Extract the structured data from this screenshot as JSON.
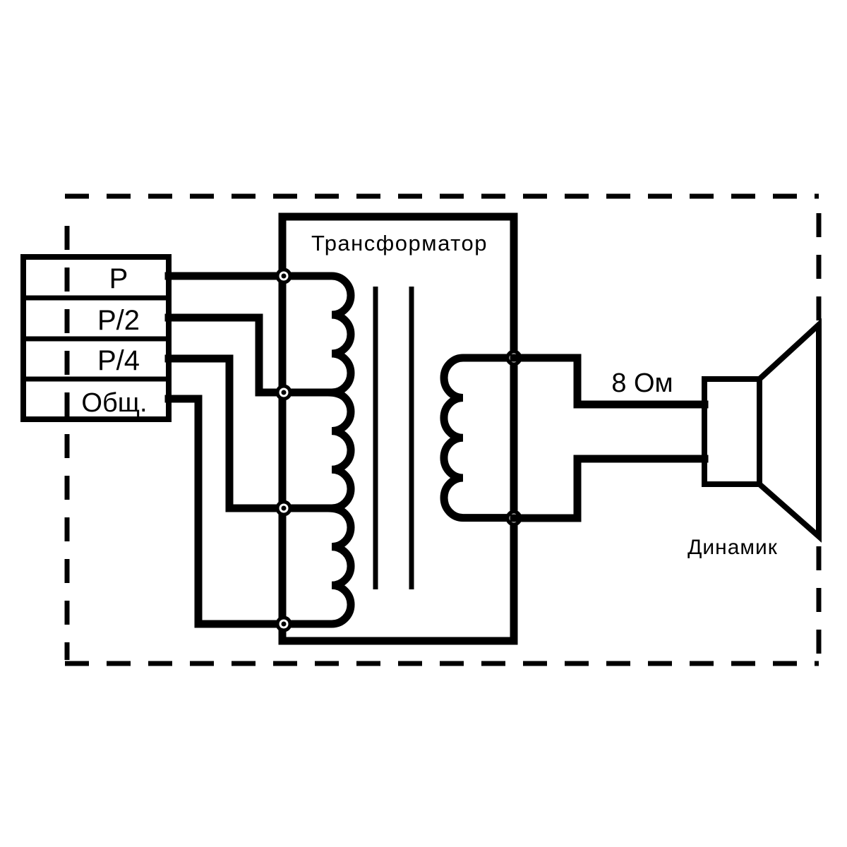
{
  "terminal_block": {
    "terminals": [
      {
        "label": "P"
      },
      {
        "label": "P/2"
      },
      {
        "label": "P/4"
      },
      {
        "label": "Общ."
      }
    ]
  },
  "transformer": {
    "label": "Трансформатор"
  },
  "speaker": {
    "impedance_label": "8 Ом",
    "label": "Динамик"
  }
}
